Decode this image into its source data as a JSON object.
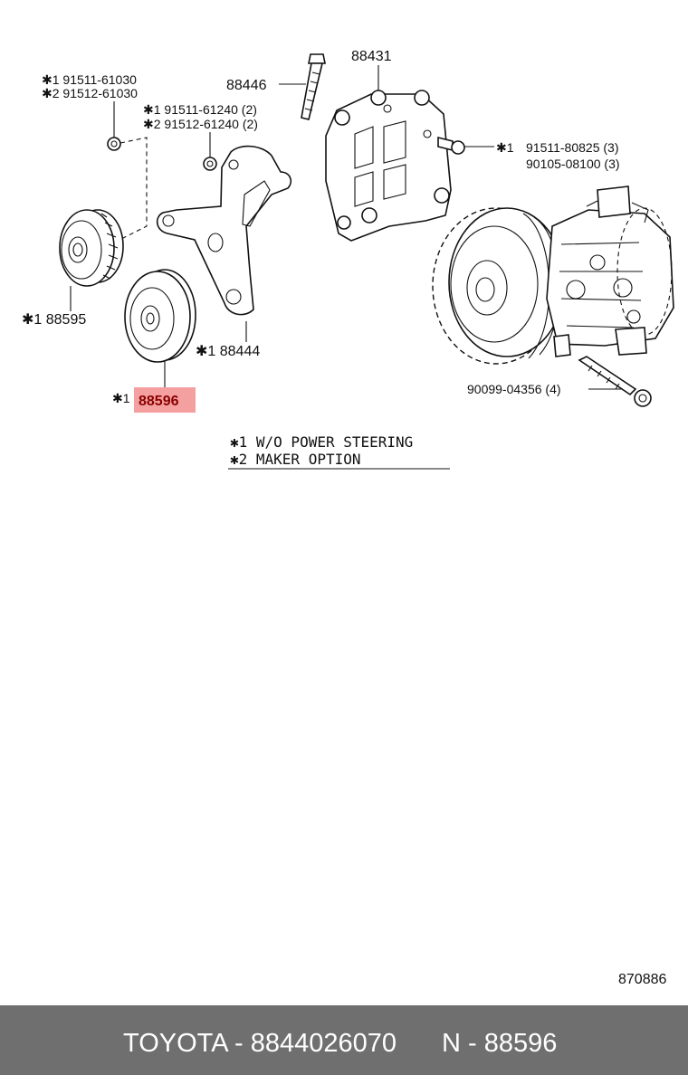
{
  "diagram": {
    "labels": {
      "note_a_line1": "✱1 91511-61030",
      "note_a_line2": "✱2 91512-61030",
      "bolt_88446": "88446",
      "bracket_88431": "88431",
      "note_b_line1": "✱1 91511-61240 (2)",
      "note_b_line2": "✱2 91512-61240 (2)",
      "note_c_mark": "✱1",
      "note_c_line1": "91511-80825 (3)",
      "note_c_line2": "90105-08100 (3)",
      "pulley_88595": "✱1 88595",
      "bracket_88444": "✱1 88444",
      "highlight_prefix": "✱1",
      "highlight_part": "88596",
      "bolt_90099": "90099-04356 (4)",
      "legend_line1": "✱1 W/O POWER STEERING",
      "legend_line2": "✱2 MAKER OPTION",
      "diagram_id": "870886"
    },
    "highlight_color": "#f4a0a0"
  },
  "footer": {
    "left": "TOYOTA - 8844026070",
    "right": "N - 88596",
    "background": "#6f6f6f"
  }
}
